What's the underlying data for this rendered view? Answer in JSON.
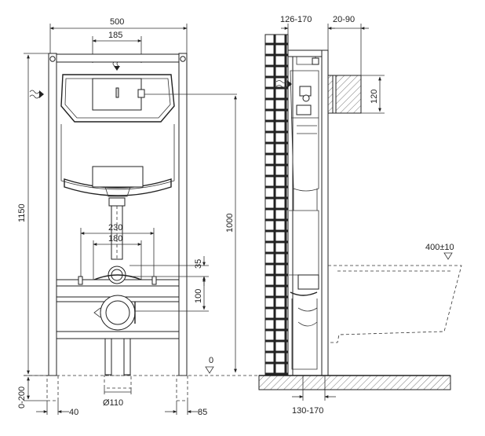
{
  "front_view": {
    "dim_width": "500",
    "dim_top_inner": "185",
    "dim_height_total": "1150",
    "dim_height_1000": "1000",
    "dim_230": "230",
    "dim_180": "180",
    "dim_35": "35",
    "dim_100": "100",
    "dim_level_0": "0",
    "dim_adjust": "0-200",
    "dim_pipe": "Ø110",
    "dim_40": "40",
    "dim_85": "85"
  },
  "side_view": {
    "dim_wall_depth": "126-170",
    "dim_panel": "20-90",
    "dim_120": "120",
    "dim_400": "400±10",
    "dim_bottom": "130-170"
  }
}
